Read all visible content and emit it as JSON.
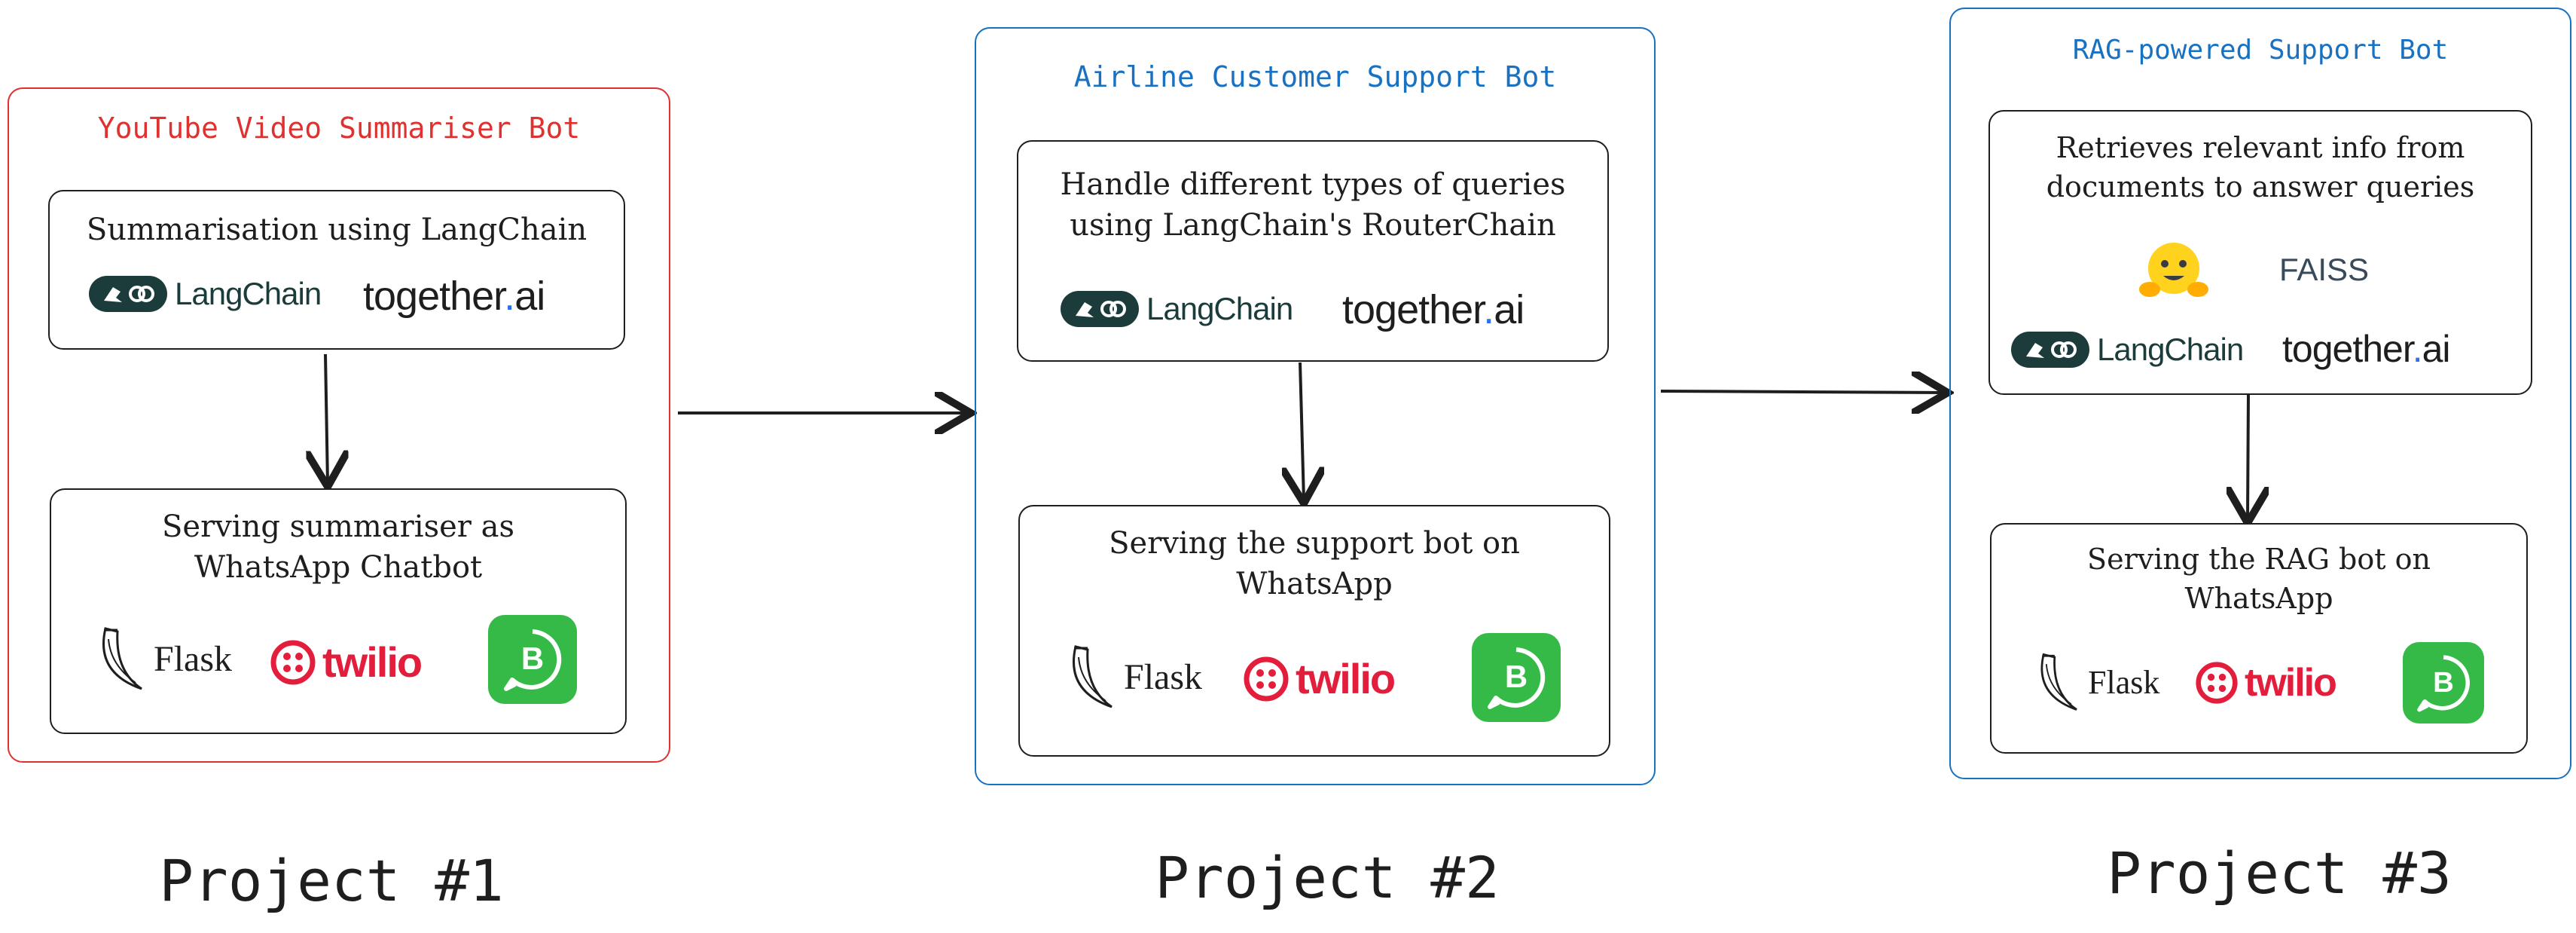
{
  "projects": [
    {
      "title": "YouTube Video Summariser Bot",
      "border_color": "#e03131",
      "top_box": "Summarisation using LangChain",
      "bottom_box_lines": [
        "Serving summariser as",
        "WhatsApp Chatbot"
      ],
      "footer": "Project #1"
    },
    {
      "title": "Airline Customer Support Bot",
      "border_color": "#1971c2",
      "top_box_lines": [
        "Handle different types of queries",
        "using LangChain's RouterChain"
      ],
      "bottom_box_lines": [
        "Serving the support bot on",
        "WhatsApp"
      ],
      "footer": "Project #2"
    },
    {
      "title": "RAG-powered Support Bot",
      "border_color": "#1971c2",
      "top_box_lines": [
        "Retrieves relevant info from",
        "documents to answer queries"
      ],
      "faiss": "FAISS",
      "bottom_box_lines": [
        "Serving the RAG bot on",
        "WhatsApp"
      ],
      "footer": "Project #3"
    }
  ],
  "logos": {
    "langchain": "LangChain",
    "together_a": "together",
    "together_dot": ".",
    "together_b": "ai",
    "flask": "Flask",
    "twilio": "twilio",
    "brand_colors": {
      "langchain": "#1c3c3c",
      "twilio": "#e31e3c",
      "whatsapp_business": "#35b947",
      "together_dot": "#2f6fec"
    }
  }
}
